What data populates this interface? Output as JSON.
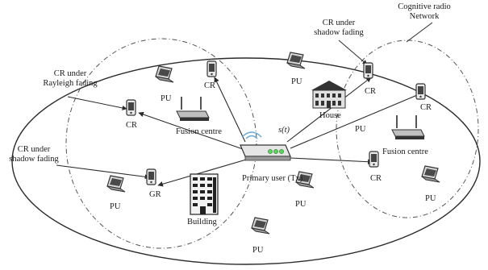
{
  "labels": {
    "cognitive_network": [
      "Cognitive radio",
      "Network"
    ],
    "cr_shadow_top": [
      "CR under",
      "shadow fading"
    ],
    "cr_rayleigh": [
      "CR under",
      "Rayleigh fading"
    ],
    "cr_shadow_left": [
      "CR under",
      "shadow fading"
    ],
    "pu_1": "PU",
    "pu_2": "PU",
    "pu_3": "PU",
    "pu_4": "PU",
    "pu_5": "PU",
    "pu_6": "PU",
    "pu_7": "PU",
    "cr_1": "CR",
    "cr_2": "CR",
    "cr_3": "CR",
    "cr_4": "CR",
    "cr_5": "CR",
    "cr_6": "GR",
    "fusion_left": "Fusion centre",
    "fusion_right": "Fusion centre",
    "house": "House",
    "building": "Building",
    "primary_user": "Primary user (Tx)",
    "signal": "s(t)"
  },
  "colors": {
    "line": "#2b2b2b",
    "device_dark": "#3a3a3a",
    "device_light": "#d9d9d9",
    "led_green": "#5fd35f",
    "signal_blue": "#6aa9d8"
  },
  "icons": [
    "laptop-icon",
    "phone-icon",
    "router-icon",
    "building-icon",
    "house-icon",
    "access-point-icon"
  ]
}
